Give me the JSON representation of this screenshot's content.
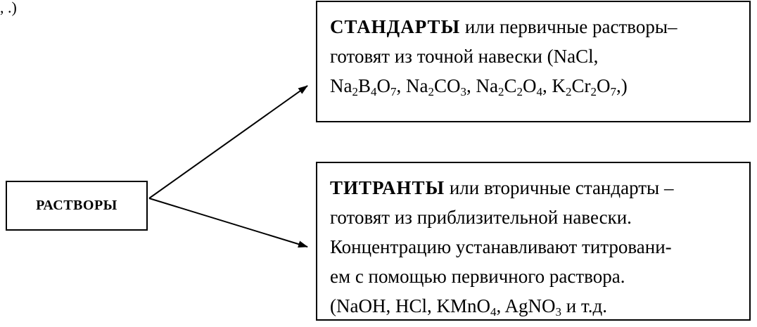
{
  "fragment": ", .)",
  "root": {
    "label": "РАСТВОРЫ"
  },
  "standards": {
    "title": "СТАНДАРТЫ",
    "line1": " или первичные растворы–",
    "line2": "готовят из точной навески (NaCl,",
    "f1_a": "Na",
    "f1_s1": "2",
    "f1_b": "B",
    "f1_s2": "4",
    "f1_c": "O",
    "f1_s3": "7",
    "f1_sep1": ", Na",
    "f2_s1": "2",
    "f2_b": "CO",
    "f2_s2": "3",
    "f2_sep": ", Na",
    "f3_s1": "2",
    "f3_b": "C",
    "f3_s2": "2",
    "f3_c": "O",
    "f3_s3": "4",
    "f3_sep": ", K",
    "f4_s1": "2",
    "f4_b": "Cr",
    "f4_s2": "2",
    "f4_c": "O",
    "f4_s3": "7",
    "f4_end": ",)"
  },
  "titrants": {
    "title": "ТИТРАНТЫ",
    "line1": " или вторичные стандарты –",
    "line2": "готовят из приблизительной навески.",
    "line3": "Концентрацию устанавливают титровани-",
    "line4": "ем с помощью первичного раствора.",
    "l5_a": "(NaOH, HCl, KMnO",
    "l5_s1": "4",
    "l5_b": ",  AgNO",
    "l5_s2": "3",
    "l5_c": " и т.д."
  },
  "colors": {
    "ink": "#000000",
    "background": "#ffffff"
  }
}
